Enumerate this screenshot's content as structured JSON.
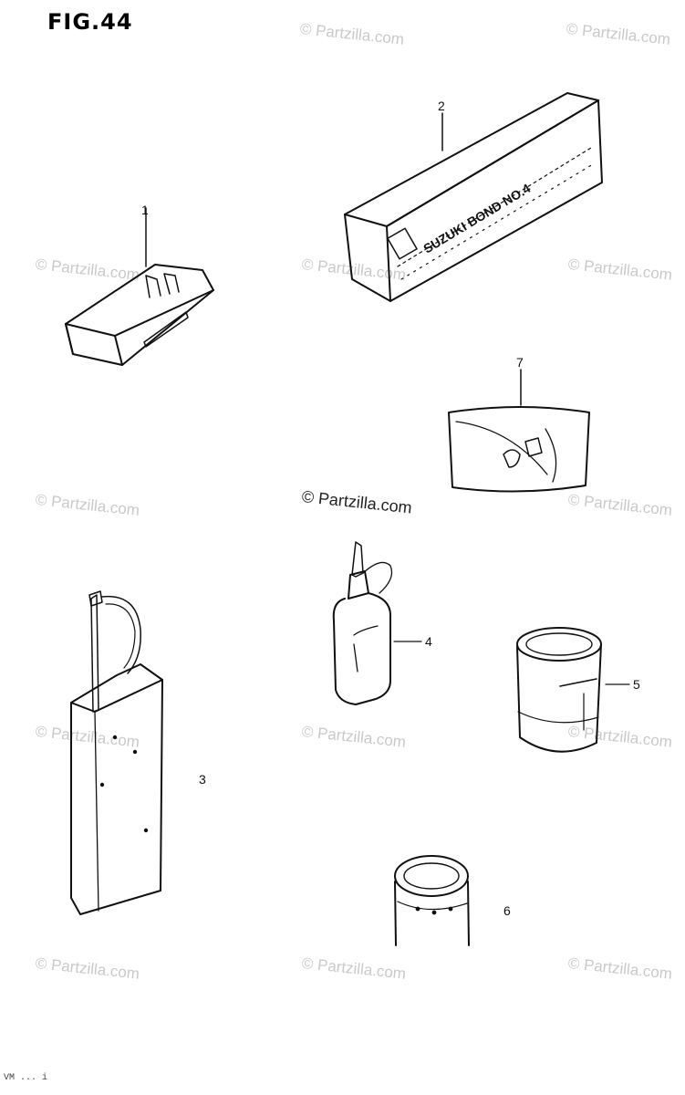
{
  "figure": {
    "title": "FIG.44",
    "footer_code": "VM ... i"
  },
  "watermark": {
    "text": "© Partzilla.com",
    "center_text": "© Partzilla.com"
  },
  "parts": [
    {
      "callout": "1",
      "icon": "tool-bag-icon"
    },
    {
      "callout": "2",
      "icon": "bond-box-icon",
      "printed_text": "SUZUKI BOND NO.4"
    },
    {
      "callout": "3",
      "icon": "oil-can-icon"
    },
    {
      "callout": "4",
      "icon": "oil-bottle-icon"
    },
    {
      "callout": "5",
      "icon": "paint-can-icon"
    },
    {
      "callout": "6",
      "icon": "grease-can-icon"
    },
    {
      "callout": "7",
      "icon": "pouch-icon"
    }
  ],
  "colors": {
    "line": "#111111",
    "watermark": "#c9c9c9",
    "background": "#ffffff"
  }
}
